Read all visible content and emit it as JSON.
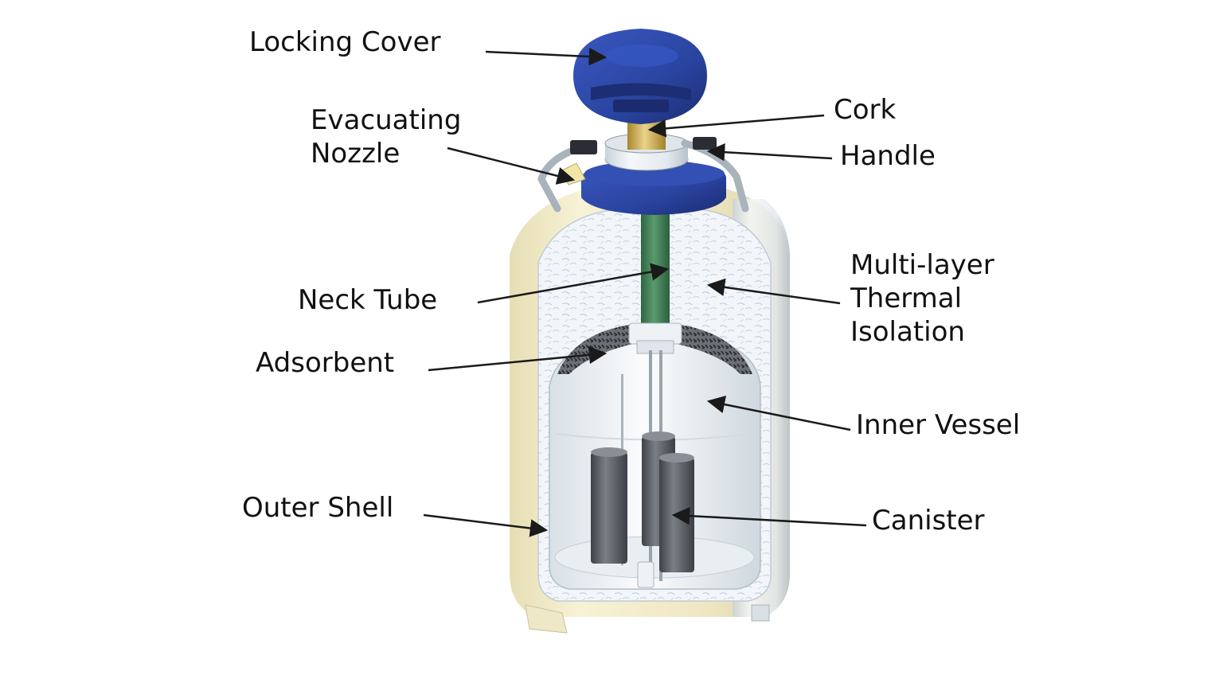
{
  "callouts": {
    "locking_cover": "Locking Cover",
    "evacuating_nozzle": "Evacuating\nNozzle",
    "cork": "Cork",
    "handle": "Handle",
    "neck_tube": "Neck Tube",
    "multilayer_isolation": "Multi-layer\nThermal\nIsolation",
    "adsorbent": "Adsorbent",
    "inner_vessel": "Inner Vessel",
    "outer_shell": "Outer Shell",
    "canister": "Canister"
  },
  "colors": {
    "cover_blue": "#2b46a3",
    "cover_blue_dark": "#1d2f78",
    "outer_shell_cream": "#f2eccb",
    "inner_vessel_silver": "#e6edf2",
    "neck_tube_green": "#3f7d55",
    "cork_brass": "#c9a94a",
    "canister_gray": "#5b5f66",
    "insulation_white": "#f4f8fb",
    "adsorbent_dark": "#3a3d42",
    "arrow": "#1a1a1a"
  }
}
